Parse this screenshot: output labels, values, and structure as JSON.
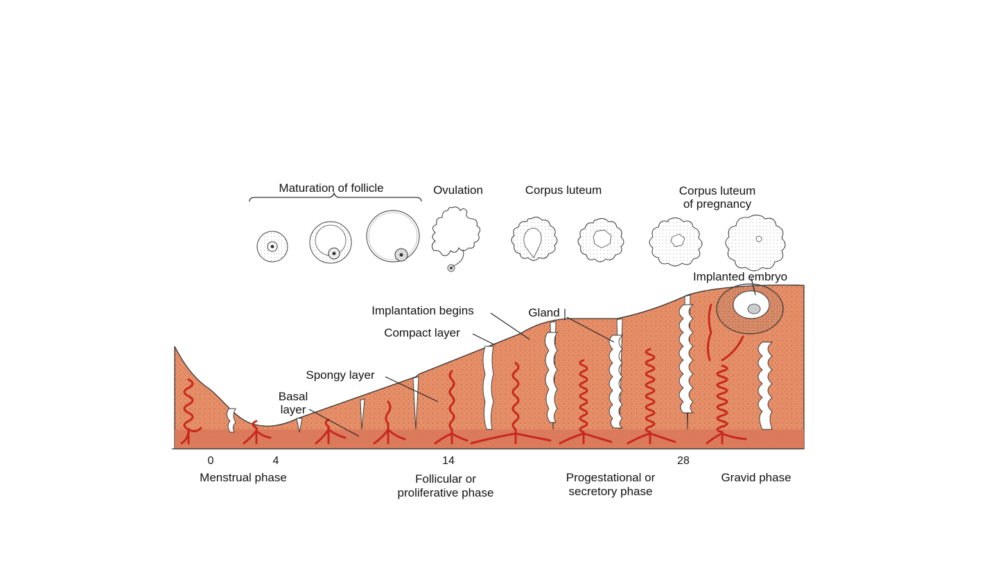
{
  "ovary_labels": {
    "maturation": "Maturation of follicle",
    "ovulation": "Ovulation",
    "corpus_luteum": "Corpus luteum",
    "corpus_luteum_pregnancy_line1": "Corpus luteum",
    "corpus_luteum_pregnancy_line2": "of pregnancy"
  },
  "endometrium_labels": {
    "implanted_embryo": "Implanted embryo",
    "implantation_begins": "Implantation begins",
    "gland": "Gland",
    "compact_layer": "Compact layer",
    "spongy_layer": "Spongy layer",
    "basal_layer_line1": "Basal",
    "basal_layer_line2": "layer"
  },
  "day_ticks": [
    "0",
    "4",
    "14",
    "28"
  ],
  "phases": {
    "menstrual": "Menstrual phase",
    "follicular_line1": "Follicular or",
    "follicular_line2": "proliferative phase",
    "progestational_line1": "Progestational or",
    "progestational_line2": "secretory phase",
    "gravid": "Gravid phase"
  },
  "colors": {
    "endometrium": "#e58e67",
    "basal_band": "#d9785a",
    "artery": "#c8281c",
    "outline": "#333333"
  }
}
